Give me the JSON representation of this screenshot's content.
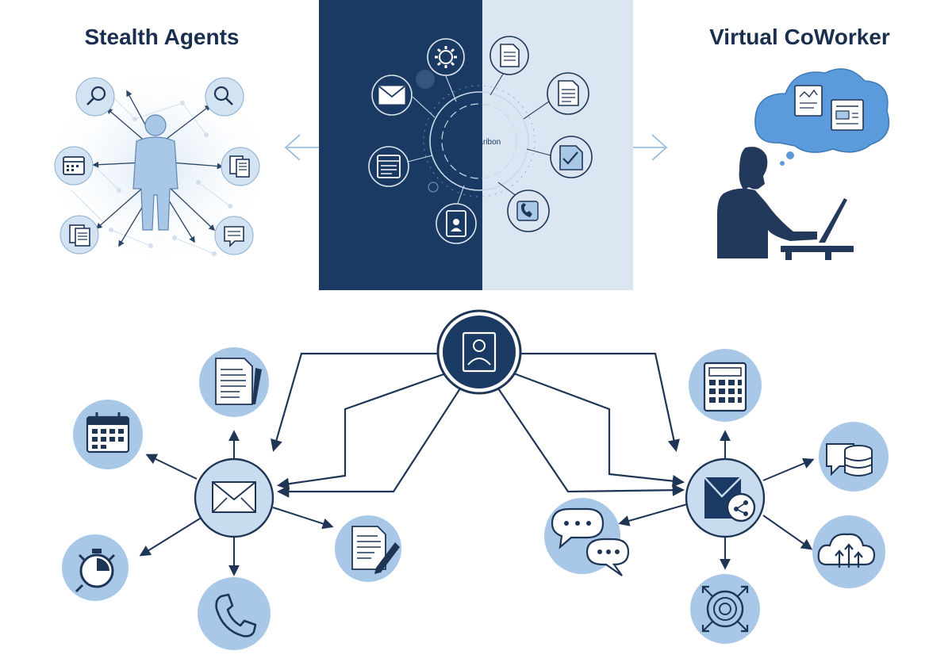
{
  "titles": {
    "left": "Stealth Agents",
    "right": "Virtual CoWorker",
    "center": "Comparibon"
  },
  "colors": {
    "navy": "#1b3a63",
    "navy_dark": "#12294a",
    "light_panel": "#dbe6f2",
    "icon_fill": "#a9c8e8",
    "icon_fill_light": "#c9dcef",
    "cloud": "#5b9bdc",
    "arrow_light": "#8fb8df",
    "line": "#1f3556"
  },
  "stealth_agents": {
    "center": "person-silhouette-icon",
    "icons": [
      "search-icon",
      "search-icon",
      "calendar-icon",
      "documents-icon",
      "documents-icon",
      "chat-document-icon"
    ]
  },
  "comparison": {
    "left_icons": [
      "gear-icon",
      "envelope-icon",
      "form-icon",
      "badge-icon"
    ],
    "right_icons": [
      "document-icon",
      "document-icon",
      "checklist-icon",
      "phone-icon"
    ]
  },
  "virtual_coworker": {
    "scene": [
      "thought-cloud-icon",
      "person-at-laptop-icon"
    ],
    "cloud_icons": [
      "chart-card-icon",
      "chart-card-icon"
    ]
  },
  "network": {
    "root": "user-profile-icon",
    "left_hub": {
      "center": "envelope-icon",
      "children": [
        "document-pen-icon",
        "calendar-icon",
        "stopwatch-icon",
        "phone-icon",
        "document-pen-icon"
      ]
    },
    "right_hub": {
      "center": "mail-share-icon",
      "children": [
        "calculator-icon",
        "database-chat-icon",
        "cloud-upload-icon",
        "target-icon",
        "chat-bubbles-icon"
      ]
    }
  }
}
